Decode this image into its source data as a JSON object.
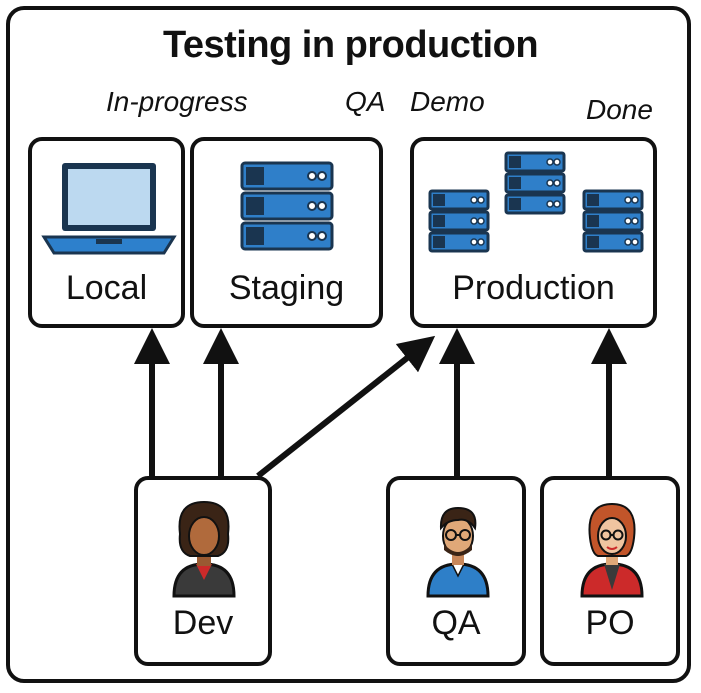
{
  "title": "Testing in production",
  "stage_labels": {
    "in_progress": "In-progress",
    "qa": "QA",
    "demo": "Demo",
    "done": "Done"
  },
  "environments": {
    "local": "Local",
    "staging": "Staging",
    "production": "Production"
  },
  "roles": {
    "dev": "Dev",
    "qa": "QA",
    "po": "PO"
  },
  "colors": {
    "border": "#111111",
    "server_blue": "#2f7fc9",
    "server_dark": "#1a3550",
    "laptop_screen": "#bcd9f0",
    "laptop_body": "#2d80cc",
    "qa_shirt": "#2e7fc8",
    "po_shirt": "#cc2a2a",
    "dev_shirt": "#3a3a3a"
  },
  "icons": {
    "local": "laptop-icon",
    "staging": "server-rack-icon",
    "production": "server-rack-icon",
    "dev": "developer-avatar-icon",
    "qa": "qa-avatar-icon",
    "po": "product-owner-avatar-icon"
  }
}
